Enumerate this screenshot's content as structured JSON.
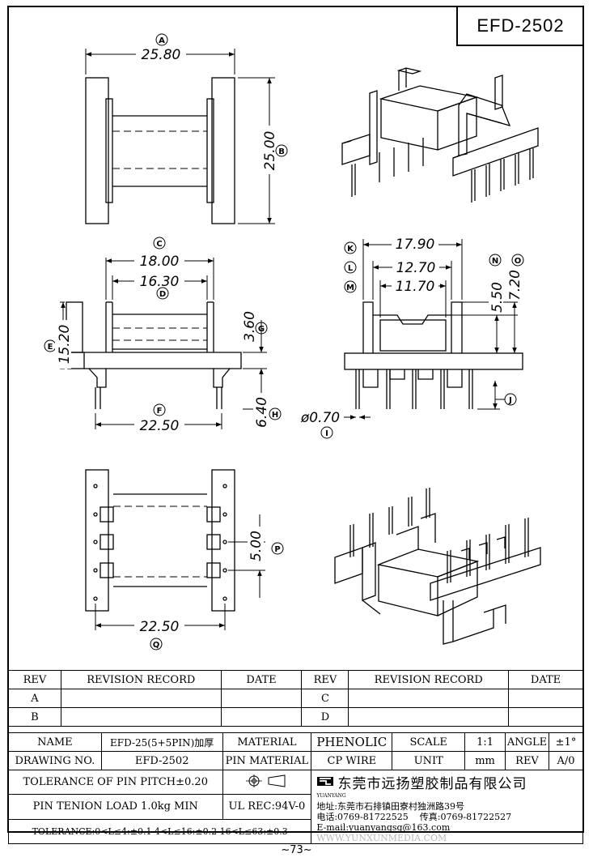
{
  "title": "EFD-2502",
  "page_number": "~73~",
  "dimensions": {
    "A": {
      "label": "A",
      "value": "25.80"
    },
    "B": {
      "label": "B",
      "value": "25.00"
    },
    "C": {
      "label": "C",
      "value": "18.00"
    },
    "D": {
      "label": "D",
      "value": "16.30"
    },
    "E": {
      "label": "E",
      "value": "15.20"
    },
    "F": {
      "label": "F",
      "value": "22.50"
    },
    "G": {
      "label": "G",
      "value": "3.60"
    },
    "H": {
      "label": "H",
      "value": "6.40"
    },
    "I": {
      "label": "I",
      "value": "ø0.70"
    },
    "J": {
      "label": "J",
      "value": ""
    },
    "K": {
      "label": "K",
      "value": "17.90"
    },
    "L": {
      "label": "L",
      "value": "12.70"
    },
    "M": {
      "label": "M",
      "value": "11.70"
    },
    "N": {
      "label": "N",
      "value": "5.50"
    },
    "O": {
      "label": "O",
      "value": "7.20"
    },
    "P": {
      "label": "P",
      "value": "5.00"
    },
    "Q": {
      "label": "Q",
      "value": "22.50"
    }
  },
  "revision_table": {
    "headers": [
      "REV",
      "REVISION RECORD",
      "DATE",
      "REV",
      "REVISION RECORD",
      "DATE"
    ],
    "rows": [
      [
        "A",
        "",
        "",
        "C",
        "",
        ""
      ],
      [
        "B",
        "",
        "",
        "D",
        "",
        ""
      ]
    ]
  },
  "title_block": {
    "name_label": "NAME",
    "name_value": "EFD-25(5+5PIN)加厚",
    "material_label": "MATERIAL",
    "material_value": "PHENOLIC",
    "scale_label": "SCALE",
    "scale_value": "1:1",
    "angle_label": "ANGLE",
    "angle_value": "±1°",
    "drawing_no_label": "DRAWING NO.",
    "drawing_no_value": "EFD-2502",
    "pin_material_label": "PIN MATERIAL",
    "pin_material_value": "CP WIRE",
    "unit_label": "UNIT",
    "unit_value": "mm",
    "rev_label": "REV",
    "rev_value": "A/0",
    "tolerance_pitch": "TOLERANCE OF PIN PITCH±0.20",
    "pin_tension": "PIN TENION LOAD 1.0kg MIN",
    "ul_rec": "UL REC:94V-0",
    "tolerance_general": "TOLERANCE:0<L≤4:±0.1  4<L≤16:±0.2  16<L≤63:±0.3",
    "company_name": "东莞市远扬塑胶制品有限公司",
    "logo_text": "YUANYANG",
    "address": "地址:东莞市石排镇田寮村独洲路39号",
    "phone": "电话:0769-81722525",
    "fax": "传真:0769-81722527",
    "email": "E-mail:yuanyangsg@163.com",
    "watermark": "WWW.YUNXUNMEDIA.COM"
  }
}
